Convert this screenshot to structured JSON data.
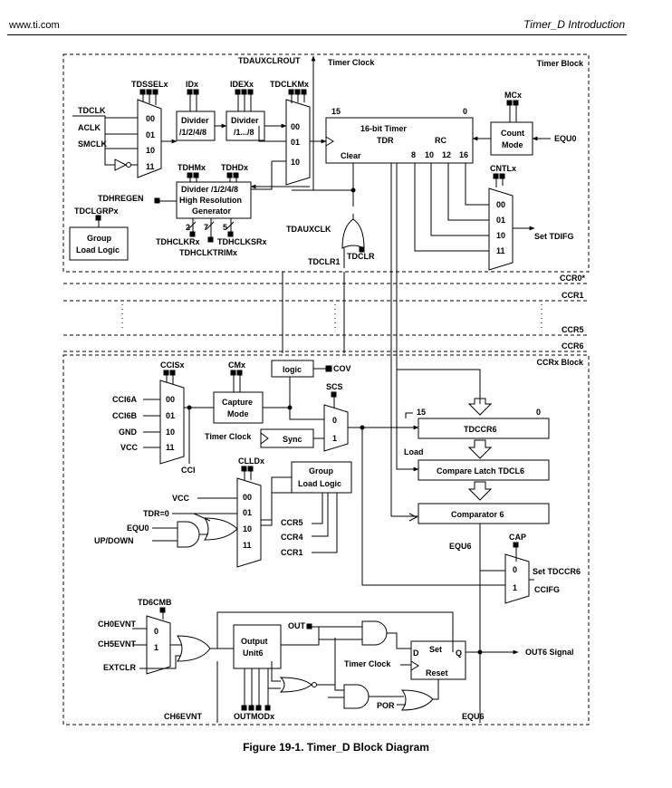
{
  "header": {
    "site": "www.ti.com",
    "section": "Timer_D Introduction"
  },
  "caption": "Figure 19-1. Timer_D Block Diagram",
  "timer_block": {
    "title": "Timer Block",
    "tdauxclrout": "TDAUXCLROUT",
    "timer_clock": "Timer Clock",
    "tdsselx": "TDSSELx",
    "idx": "IDx",
    "idexx": "IDEXx",
    "tdclkmx": "TDCLKMx",
    "inputs": [
      "TDCLK",
      "ACLK",
      "SMCLK"
    ],
    "mux_codes": [
      "00",
      "01",
      "10",
      "11"
    ],
    "mux3_codes": [
      "00",
      "01",
      "10"
    ],
    "div1": [
      "Divider",
      "/1/2/4/8"
    ],
    "div2": [
      "Divider",
      "/1.../8"
    ],
    "tdhmx": "TDHMx",
    "tdhdx": "TDHDx",
    "hr_gen": [
      "Divider /1/2/4/8",
      "High Resolution",
      "Generator"
    ],
    "tdhregen": "TDHREGEN",
    "tdclgrpx": "TDCLGRPx",
    "group_load": [
      "Group",
      "Load Logic"
    ],
    "num2": "2",
    "num7": "7",
    "num5": "5",
    "tdhclkrx": "TDHCLKRx",
    "tdhclksrx": "TDHCLKSRx",
    "tdhclktrimx": "TDHCLKTRIMx",
    "tdauxclk": "TDAUXCLK",
    "tdclr1": "TDCLR1",
    "tdclr": "TDCLR",
    "bit15": "15",
    "bit0": "0",
    "timer16": [
      "16-bit Timer",
      "TDR"
    ],
    "rc": "RC",
    "clear": "Clear",
    "bits": [
      "8",
      "10",
      "12",
      "16"
    ],
    "mcx": "MCx",
    "count_mode": [
      "Count",
      "Mode"
    ],
    "equ0": "EQU0",
    "cntlx": "CNTLx",
    "set_tdifg": "Set TDIFG"
  },
  "rows": {
    "ccr0": "CCR0*",
    "ccr1": "CCR1",
    "ccr5": "CCR5",
    "ccr6": "CCR6"
  },
  "ccr_block": {
    "title": "CCRx Block",
    "ccisx": "CCISx",
    "cmx": "CMx",
    "cc_inputs": [
      "CCI6A",
      "CCI6B",
      "GND",
      "VCC"
    ],
    "cci": "CCI",
    "capture_mode": [
      "Capture",
      "Mode"
    ],
    "logic": "logic",
    "cov": "COV",
    "scs": "SCS",
    "timer_clock": "Timer Clock",
    "sync": "Sync",
    "mux_01": [
      "0",
      "1"
    ],
    "tdccr6": "TDCCR6",
    "b15": "15",
    "b0": "0",
    "load": "Load",
    "compare_latch": "Compare Latch TDCL6",
    "comparator": "Comparator 6",
    "clldx": "CLLDx",
    "group_load": [
      "Group",
      "Load Logic"
    ],
    "lld_inputs": [
      "VCC",
      "TDR=0",
      "EQU0",
      "UP/DOWN"
    ],
    "ccr_inputs": [
      "CCR5",
      "CCR4",
      "CCR1"
    ],
    "equ6": "EQU6",
    "cap": "CAP",
    "set_tdccr6": "Set TDCCR6",
    "ccifg": "CCIFG",
    "td6cmb": "TD6CMB",
    "evnt_inputs": [
      "CH0EVNT",
      "CH5EVNT",
      "EXTCLR"
    ],
    "output_unit": [
      "Output",
      "Unit6"
    ],
    "out": "OUT",
    "set": "Set",
    "reset": "Reset",
    "d": "D",
    "q": "Q",
    "timer_clock2": "Timer Clock",
    "out6_signal": "OUT6 Signal",
    "por": "POR",
    "ch6evnt": "CH6EVNT",
    "outmodx": "OUTMODx",
    "equ6b": "EQU6"
  }
}
